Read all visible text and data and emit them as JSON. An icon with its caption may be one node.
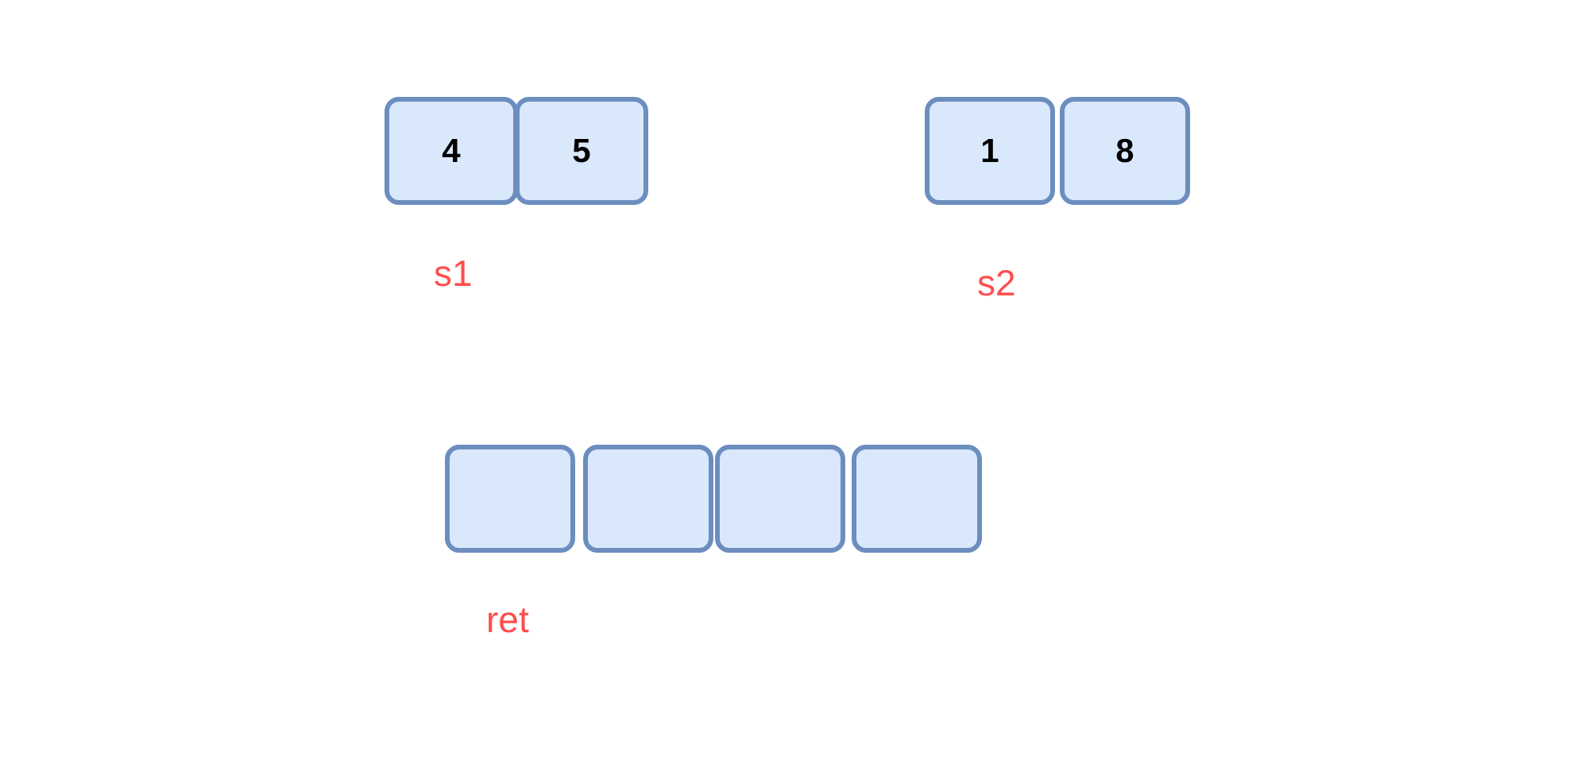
{
  "diagram": {
    "nodes": [
      {
        "text": [
          "4"
        ]
      },
      {
        "text": [
          "5"
        ]
      },
      {
        "text": [
          "1"
        ]
      },
      {
        "text": [
          "8"
        ]
      },
      {
        "text": [],
        "shape": "box"
      },
      {
        "text": [],
        "shape": "box"
      },
      {
        "text": [],
        "shape": "box"
      },
      {
        "text": [],
        "shape": "box"
      }
    ],
    "edges": [],
    "labels": [
      "s1",
      "s2",
      "ret"
    ]
  }
}
